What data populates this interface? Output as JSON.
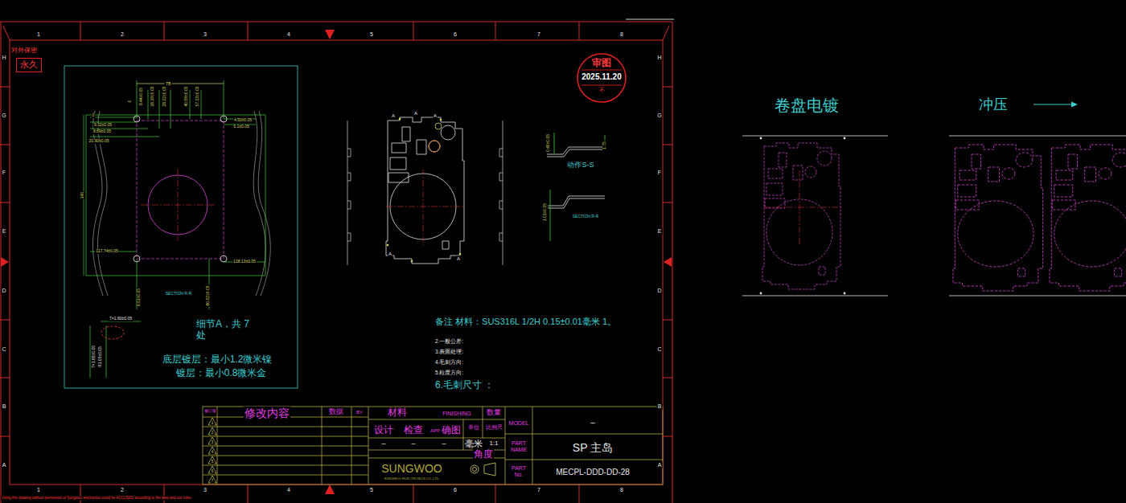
{
  "diagram": {
    "nodes": [
      {
        "text": [
          "对外保密",
          "永久"
        ]
      },
      {
        "text": [
          "审图",
          "2025.11.20",
          "不"
        ]
      }
    ],
    "labels": [
      "1",
      "2",
      "3",
      "4",
      "5",
      "6",
      "7",
      "8",
      "H",
      "G",
      "F",
      "E",
      "D",
      "C",
      "B",
      "A",
      "H",
      "G",
      "F",
      "E",
      "D",
      "C",
      "B",
      "A",
      "1",
      "2",
      "3",
      "4",
      "5",
      "6",
      "7",
      "8",
      "78",
      "0",
      "8.44±0.05",
      "16.19±0.05",
      "28.22±0.05",
      "40.09±0.05",
      "57.13±0.05",
      "4.50±0.05",
      "5.1±0.05",
      "0",
      "9.32±0.05",
      "8.89±0.05",
      "20.90±0.05",
      "140",
      "117.74±0.05",
      "128.13±0.05",
      "8.51±0.05",
      "60.02±0.05",
      "SECTION R-R",
      "7×1.60±0.05",
      "7×1.65±0.05",
      "R1.05±0.05",
      "细节A，共 7处",
      "底层镀层：最小1.2微米镍",
      "镀层：最小0.8微米金",
      "A",
      "A",
      "A",
      "A",
      "A",
      "0.40±0.05",
      "1.75",
      "动作S-S",
      "SECTION R-R",
      "1.01±0.05",
      "备注 材料：SUS316L 1/2H 0.15±0.01毫米 1。",
      "2.一般公差:",
      "3.表面处理:",
      "4.毛刺方向:",
      "5.粒度方向:",
      "6.毛刺尺寸 ：",
      "修订版",
      "修改内容",
      "数据",
      "BY",
      "材料",
      "FINISHING",
      "数量",
      "MODEL",
      "–",
      "设计",
      "检查",
      "APP",
      "确图",
      "单位",
      "比例尺",
      "–",
      "–",
      "–",
      "毫米",
      "1:1",
      "角度",
      "PART NAME",
      "SP 主岛",
      "SUNGWOO",
      "SUNGWOO ELECTRONICS CO.,LTD.",
      "PART No.",
      "MECPL-DDD-DD-28",
      "1",
      "2",
      "3",
      "4",
      "5",
      "6",
      "7",
      "Using this drawing without permission of Sungwoo electronics could be ACCUSED according to the laws and our rules.",
      "卷盘电镀",
      "冲压"
    ]
  }
}
